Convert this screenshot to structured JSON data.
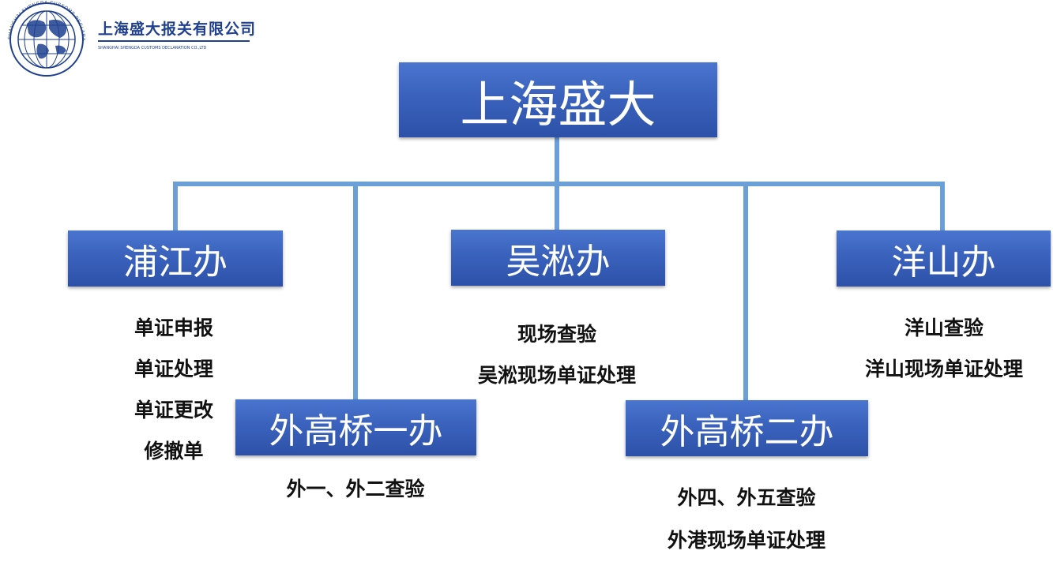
{
  "company": {
    "name_cn": "上海盛大报关有限公司",
    "name_en": "SHANGHAI SHENGDA CUSTOMS DECLARATION CO.,LTD",
    "ring_text": "SHANGHAI SHENGDA CUSTOMS DECLARATION CO.,LTD",
    "brand_color": "#1f3f8f"
  },
  "org": {
    "root": "上海盛大",
    "branches": {
      "pujiang": {
        "title": "浦江办",
        "duties": [
          "单证申报",
          "单证处理",
          "单证更改",
          "修撤单"
        ]
      },
      "wusong": {
        "title": "吴淞办",
        "duties": [
          "现场查验",
          "吴淞现场单证处理"
        ]
      },
      "yangshan": {
        "title": "洋山办",
        "duties": [
          "洋山查验",
          "洋山现场单证处理"
        ]
      },
      "wgq1": {
        "title": "外高桥一办",
        "duties": [
          "外一、外二查验"
        ]
      },
      "wgq2": {
        "title": "外高桥二办",
        "duties": [
          "外四、外五查验",
          "外港现场单证处理"
        ]
      }
    }
  },
  "colors": {
    "box": "#3a62bd",
    "connector": "#6a9fd8",
    "text": "#111111"
  }
}
